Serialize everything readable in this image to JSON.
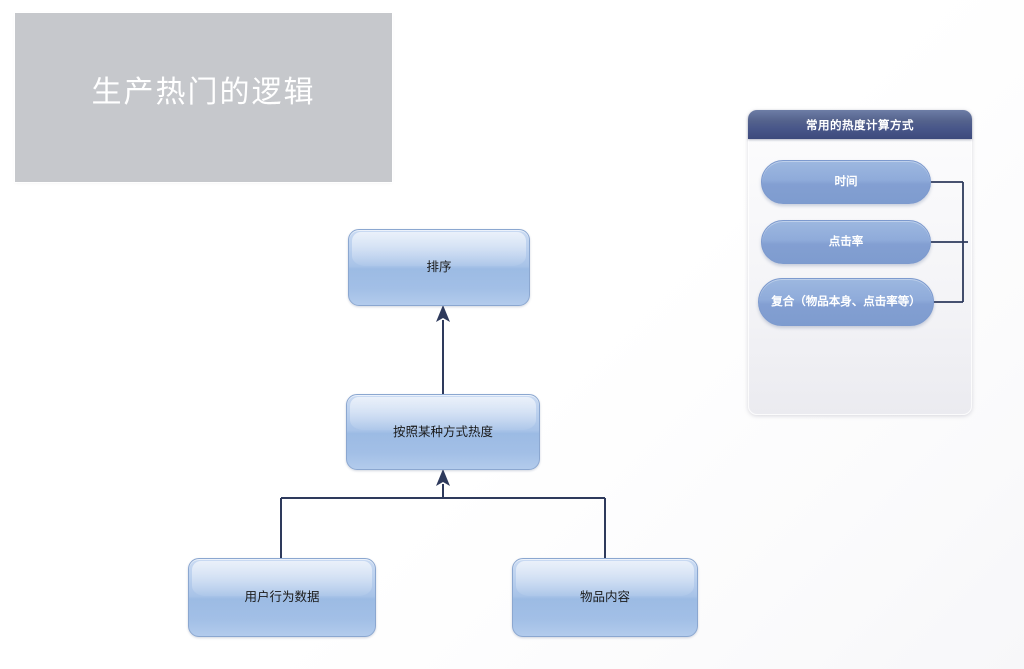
{
  "title_banner": {
    "text": "生产热门的逻辑"
  },
  "flow": {
    "nodes": [
      {
        "id": "sort",
        "label": "排序"
      },
      {
        "id": "heat",
        "label": "按照某种方式热度"
      },
      {
        "id": "behavior",
        "label": "用户行为数据"
      },
      {
        "id": "item",
        "label": "物品内容"
      }
    ]
  },
  "side_panel": {
    "header": "常用的热度计算方式",
    "items": [
      {
        "label": "时间"
      },
      {
        "label": "点击率"
      },
      {
        "label": "复合（物品本身、点击率等）"
      }
    ]
  },
  "colors": {
    "banner_gray": "#c6c8cc",
    "node_blue": "#9cbbe4",
    "node_border": "#8ba7d0",
    "connector_navy": "#2e3a5c",
    "panel_header_navy": "#49578a",
    "pill_blue": "#839fd2"
  }
}
